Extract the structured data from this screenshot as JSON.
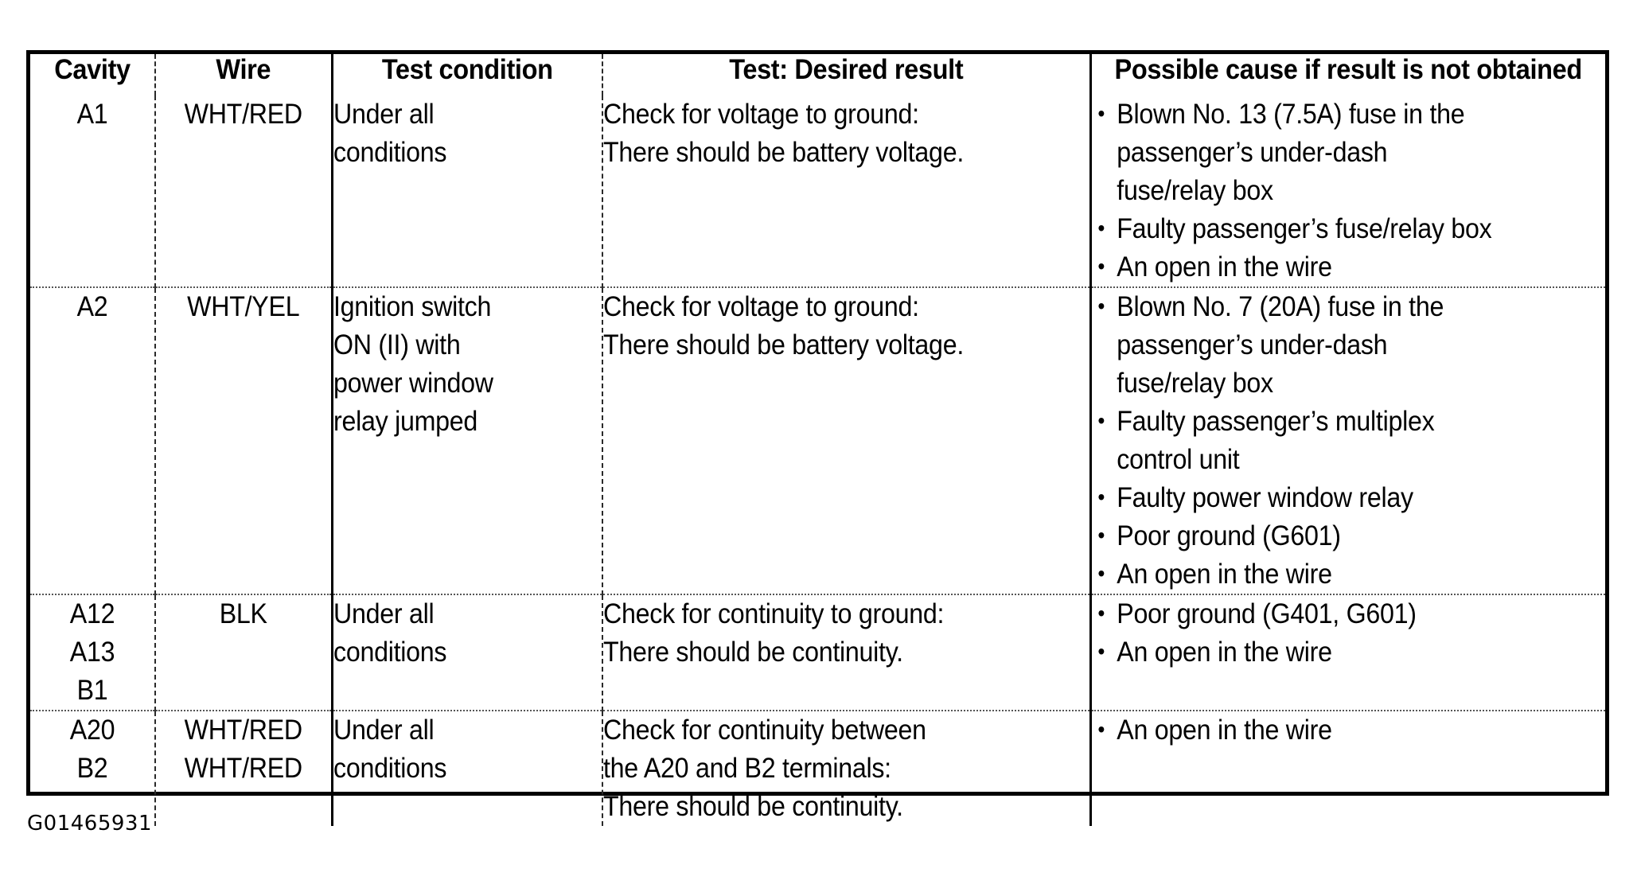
{
  "figure_id": "G01465931",
  "table": {
    "headers": [
      "Cavity",
      "Wire",
      "Test condition",
      "Test: Desired result",
      "Possible cause if result is not obtained"
    ],
    "rows": [
      {
        "cavity": [
          "A1"
        ],
        "wire": [
          "WHT/RED"
        ],
        "test_condition": [
          "Under all",
          "conditions"
        ],
        "desired_result": [
          "Check for voltage to ground:",
          "There should be battery voltage."
        ],
        "causes": [
          [
            "Blown No. 13 (7.5A) fuse in the",
            "passenger’s under-dash",
            "fuse/relay box"
          ],
          [
            "Faulty passenger’s fuse/relay box"
          ],
          [
            "An open in the wire"
          ]
        ]
      },
      {
        "cavity": [
          "A2"
        ],
        "wire": [
          "WHT/YEL"
        ],
        "test_condition": [
          "Ignition switch",
          "ON (II) with",
          "power window",
          "relay jumped"
        ],
        "desired_result": [
          "Check for voltage to ground:",
          "There should be battery voltage."
        ],
        "causes": [
          [
            "Blown No. 7 (20A) fuse in the",
            "passenger’s under-dash",
            "fuse/relay box"
          ],
          [
            "Faulty passenger’s multiplex",
            "control unit"
          ],
          [
            "Faulty power window relay"
          ],
          [
            "Poor ground (G601)"
          ],
          [
            "An open in the wire"
          ]
        ]
      },
      {
        "cavity": [
          "A12",
          "A13",
          "B1"
        ],
        "wire": [
          "BLK"
        ],
        "test_condition": [
          "Under all",
          "conditions"
        ],
        "desired_result": [
          "Check for continuity to ground:",
          "There should be continuity."
        ],
        "causes": [
          [
            "Poor ground (G401, G601)"
          ],
          [
            "An open in the wire"
          ]
        ]
      },
      {
        "cavity": [
          "A20",
          "B2"
        ],
        "wire": [
          "WHT/RED",
          "WHT/RED"
        ],
        "test_condition": [
          "Under all",
          "conditions"
        ],
        "desired_result": [
          "Check for continuity between",
          "the A20 and B2 terminals:",
          "There should be continuity."
        ],
        "causes": [
          [
            "An open in the wire"
          ]
        ]
      }
    ]
  }
}
